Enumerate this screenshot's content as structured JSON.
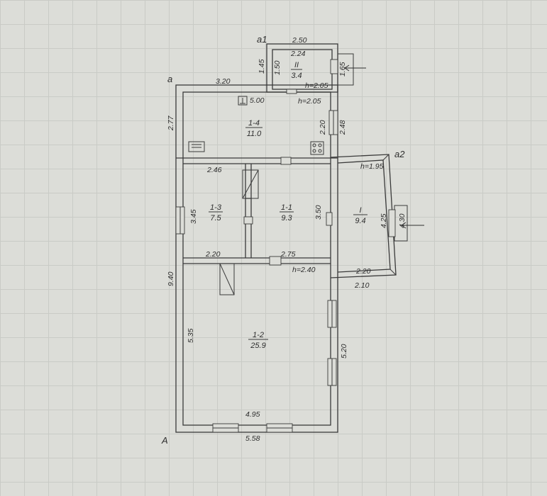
{
  "corners": {
    "a": "a",
    "a1": "a1",
    "a2": "a2",
    "A": "A"
  },
  "rooms": [
    {
      "id": "II",
      "number": "II",
      "area": "3.4"
    },
    {
      "id": "1-4",
      "number": "1-4",
      "area": "11.0"
    },
    {
      "id": "1-3",
      "number": "1-3",
      "area": "7.5"
    },
    {
      "id": "1-1",
      "number": "1-1",
      "area": "9.3"
    },
    {
      "id": "I",
      "number": "I",
      "area": "9.4"
    },
    {
      "id": "1-2",
      "number": "1-2",
      "area": "25.9"
    }
  ],
  "dimensions": {
    "annex_top": "2.50",
    "annex_width": "2.24",
    "annex_left_outer": "1.45",
    "annex_left_inner": "1.50",
    "annex_right": "1.65",
    "annex_h": "h=2.05",
    "top_wall": "3.20",
    "kitchen_width": "5.00",
    "kitchen_h": "h=2.05",
    "left_top": "2.77",
    "kitchen_height": "2.20",
    "right_top": "2.48",
    "room13_width": "2.46",
    "porch_h": "h=1.95",
    "room13_height": "3.45",
    "room11_height": "3.50",
    "porch_inner": "4.25",
    "porch_outer": "4.30",
    "room13_bottom": "2.20",
    "room11_bottom": "2.75",
    "main_h": "h=2.40",
    "porch_bottom_inner": "2.20",
    "porch_bottom_outer": "2.10",
    "left_total": "9.40",
    "room12_height": "5.35",
    "right_bottom": "5.20",
    "room12_width": "4.95",
    "bottom_total": "5.58"
  }
}
